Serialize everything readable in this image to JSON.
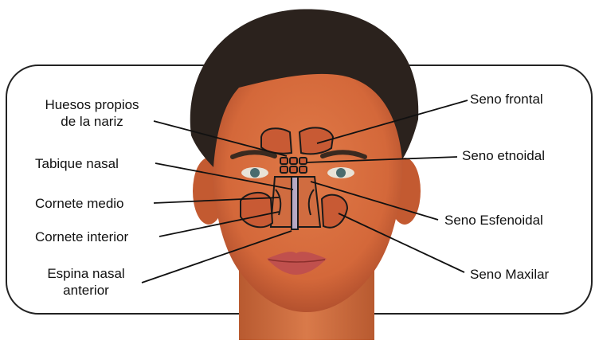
{
  "colors": {
    "skin": "#d96a3a",
    "skin_shadow": "#b34d25",
    "hair": "#2b221d",
    "lips": "#c0504d",
    "sinus_fill": "#c85a34",
    "sinus_stroke": "#1a1a1a",
    "panel_stroke": "#222222",
    "background": "#ffffff"
  },
  "labels": {
    "huesos_propios": [
      "Huesos propios",
      "de la nariz"
    ],
    "tabique_nasal": "Tabique nasal",
    "cornete_medio": "Cornete medio",
    "cornete_interior": "Cornete interior",
    "espina_nasal": [
      "Espina nasal",
      "anterior"
    ],
    "seno_frontal": "Seno frontal",
    "seno_etnoidal": "Seno etnoidal",
    "seno_esfenoidal": "Seno Esfenoidal",
    "seno_maxilar": "Seno Maxilar"
  }
}
